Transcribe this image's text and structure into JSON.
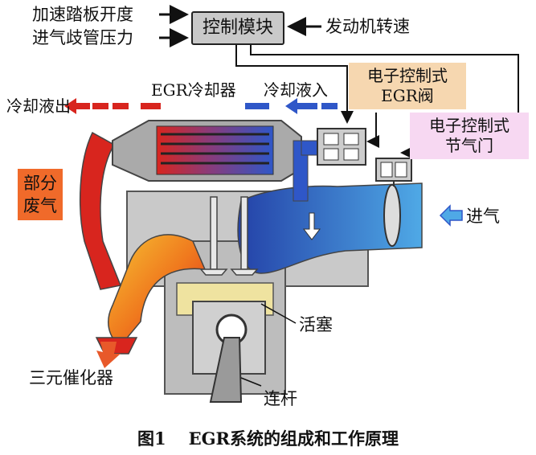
{
  "controller": "控制模块",
  "inputs": {
    "accelerator": "加速踏板开度",
    "manifold_pressure": "进气歧管压力",
    "engine_speed": "发动机转速"
  },
  "components": {
    "egr_cooler": "EGR冷却器",
    "coolant_in": "冷却液入",
    "coolant_out": "冷却液出",
    "egr_valve_line1": "电子控制式",
    "egr_valve_line2": "EGR阀",
    "throttle_line1": "电子控制式",
    "throttle_line2": "节气门",
    "partial_exhaust_line1": "部分",
    "partial_exhaust_line2": "废气",
    "intake": "进气",
    "piston": "活塞",
    "catalytic_converter": "三元催化器",
    "connecting_rod": "连杆"
  },
  "caption": {
    "number": "图1",
    "title": "EGR系统的组成和工作原理"
  },
  "colors": {
    "exhaust_red": "#d8251e",
    "intake_blue": "#2f57c8",
    "egr_valve_box": "#f6d7b0",
    "throttle_box": "#f7d8f2",
    "partial_exhaust_box": "#f06a2a",
    "controller_box": "#c9c9c9"
  }
}
